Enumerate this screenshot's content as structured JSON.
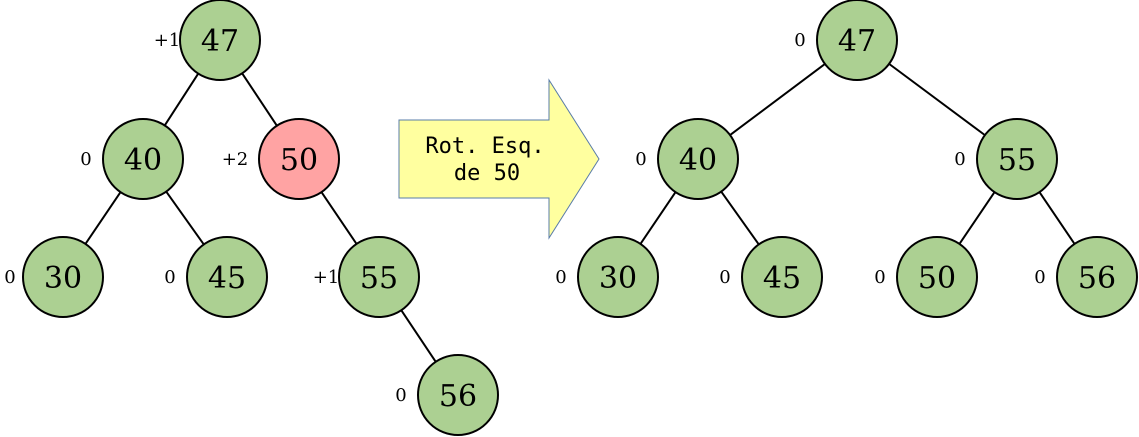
{
  "colors": {
    "node_fill": "#acd092",
    "highlight_fill": "#ffa3a3",
    "arrow_fill": "#ffff9f",
    "edge_color": "#000000"
  },
  "before_tree": {
    "nodes": [
      {
        "id": "b47",
        "value": "47",
        "balance": "+1",
        "highlight": false
      },
      {
        "id": "b40",
        "value": "40",
        "balance": "0",
        "highlight": false
      },
      {
        "id": "b50",
        "value": "50",
        "balance": "+2",
        "highlight": true
      },
      {
        "id": "b30",
        "value": "30",
        "balance": "0",
        "highlight": false
      },
      {
        "id": "b45",
        "value": "45",
        "balance": "0",
        "highlight": false
      },
      {
        "id": "b55",
        "value": "55",
        "balance": "+1",
        "highlight": false
      },
      {
        "id": "b56",
        "value": "56",
        "balance": "0",
        "highlight": false
      }
    ],
    "edges": [
      [
        "b47",
        "b40"
      ],
      [
        "b47",
        "b50"
      ],
      [
        "b40",
        "b30"
      ],
      [
        "b40",
        "b45"
      ],
      [
        "b50",
        "b55"
      ],
      [
        "b55",
        "b56"
      ]
    ]
  },
  "operation": {
    "line1": "Rot. Esq.",
    "line2": "de 50"
  },
  "after_tree": {
    "nodes": [
      {
        "id": "a47",
        "value": "47",
        "balance": "0",
        "highlight": false
      },
      {
        "id": "a40",
        "value": "40",
        "balance": "0",
        "highlight": false
      },
      {
        "id": "a55",
        "value": "55",
        "balance": "0",
        "highlight": false
      },
      {
        "id": "a30",
        "value": "30",
        "balance": "0",
        "highlight": false
      },
      {
        "id": "a45",
        "value": "45",
        "balance": "0",
        "highlight": false
      },
      {
        "id": "a50",
        "value": "50",
        "balance": "0",
        "highlight": false
      },
      {
        "id": "a56",
        "value": "56",
        "balance": "0",
        "highlight": false
      }
    ],
    "edges": [
      [
        "a47",
        "a40"
      ],
      [
        "a47",
        "a55"
      ],
      [
        "a40",
        "a30"
      ],
      [
        "a40",
        "a45"
      ],
      [
        "a55",
        "a50"
      ],
      [
        "a55",
        "a56"
      ]
    ]
  }
}
